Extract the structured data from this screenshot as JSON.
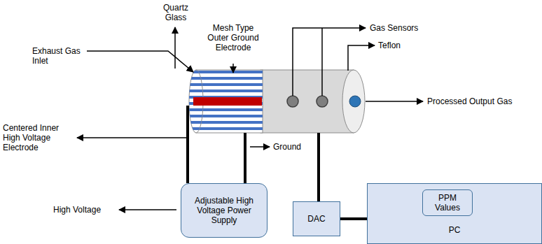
{
  "diagram": {
    "nodes": [
      {
        "text": [
          "Adjustable High Voltage Power Supply"
        ]
      },
      {
        "text": [
          "DAC"
        ]
      },
      {
        "text": [
          "PC"
        ]
      },
      {
        "text": [
          "PPM Values"
        ],
        "in": 2
      }
    ],
    "edges": [
      {
        "from": 1,
        "to": 2,
        "arrow": "none"
      }
    ],
    "labels": [
      "Quartz Glass",
      "Mesh Type Outer Ground Electrode",
      "Exhaust Gas Inlet",
      "Gas Sensors",
      "Teflon",
      "Centered Inner High Voltage Electrode",
      "Processed Output Gas",
      "Ground",
      "High Voltage"
    ]
  }
}
